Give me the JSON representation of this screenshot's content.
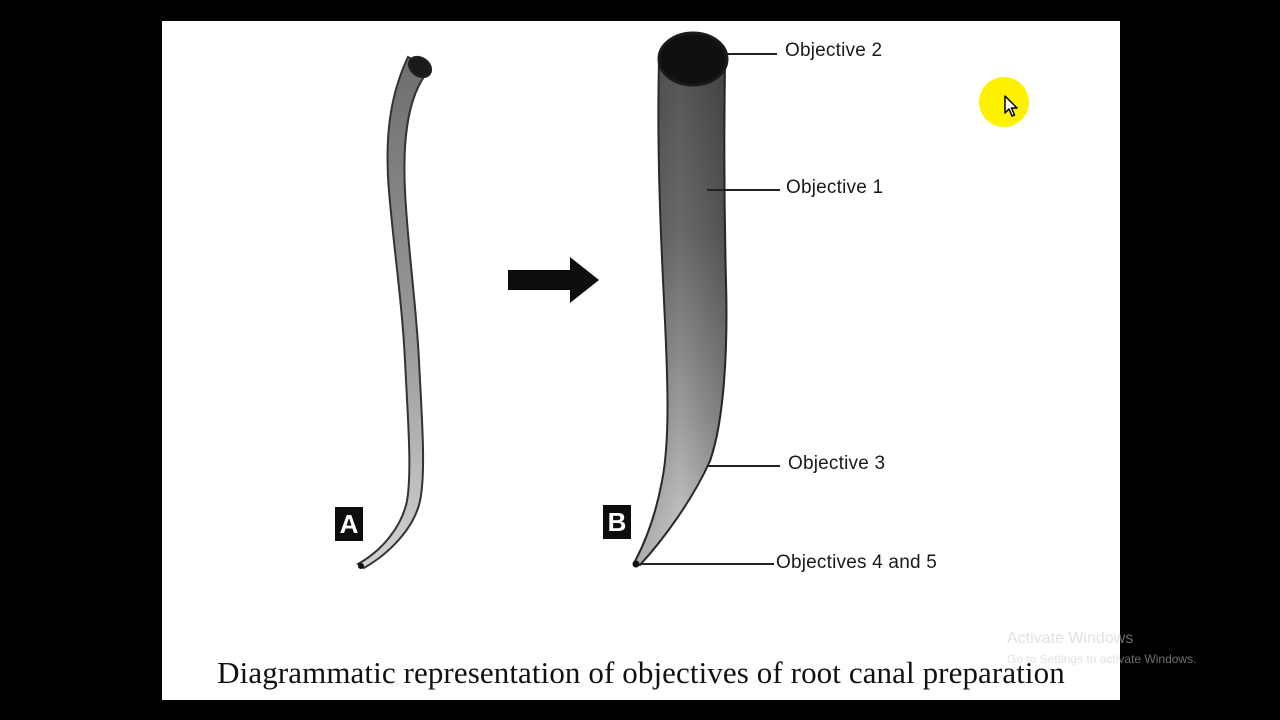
{
  "labels": {
    "panel_a": "A",
    "panel_b": "B",
    "objective_2": "Objective 2",
    "objective_1": "Objective 1",
    "objective_3": "Objective 3",
    "objectives_4_5": "Objectives 4 and 5"
  },
  "caption": "Diagrammatic representation of objectives of root canal preparation",
  "watermark": {
    "title": "Activate Windows",
    "subtitle": "Go to Settings to activate Windows."
  },
  "icons": {
    "arrow": "right-arrow-icon",
    "cursor": "mouse-pointer-icon"
  },
  "colors": {
    "background": "#000000",
    "slide": "#ffffff",
    "cursor_highlight": "#fff200"
  }
}
